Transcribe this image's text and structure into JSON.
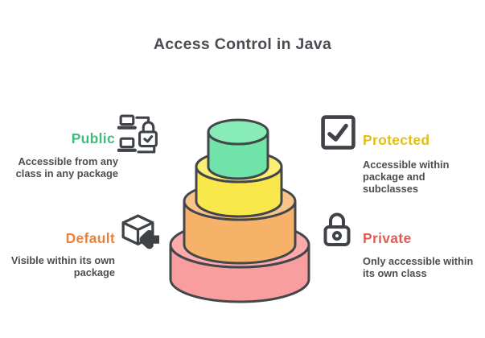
{
  "title": "Access Control in Java",
  "colors": {
    "title_text": "#4a4e52",
    "description_text": "#4a4e52",
    "icon_stroke": "#3f4348"
  },
  "items": {
    "public": {
      "label": "Public",
      "color": "#3cbd7c",
      "description": "Accessible from any\nclass in any package",
      "icon": "secure-network-icon"
    },
    "protected": {
      "label": "Protected",
      "color": "#e3bf16",
      "description": "Accessible within\npackage and\nsubclasses",
      "icon": "checkbox-icon"
    },
    "default": {
      "label": "Default",
      "color": "#e8833c",
      "description": "Visible within its own\npackage",
      "icon": "package-import-icon"
    },
    "private": {
      "label": "Private",
      "color": "#e15b55",
      "description": "Only accessible within\nits own class",
      "icon": "lock-icon"
    }
  },
  "cake": {
    "outline": "#43464b",
    "tiers": [
      {
        "name": "private",
        "body_fill": "#f99e9e",
        "top_fill": "#fbabab"
      },
      {
        "name": "default",
        "body_fill": "#f7b269",
        "top_fill": "#f9c489"
      },
      {
        "name": "protected",
        "body_fill": "#f8e84c",
        "top_fill": "#faef74"
      },
      {
        "name": "public",
        "body_fill": "#6fe3a8",
        "top_fill": "#88ecb7"
      }
    ]
  }
}
